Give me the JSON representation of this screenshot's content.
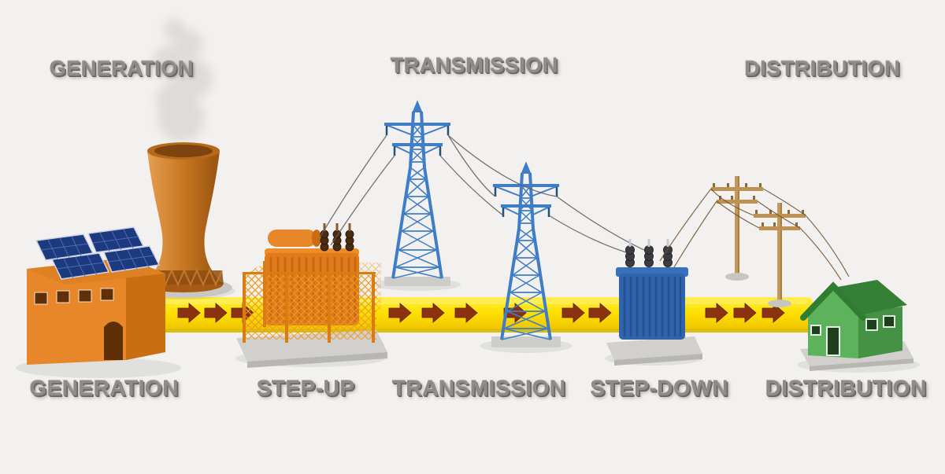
{
  "scene": {
    "background_color": "#f2f1ef",
    "flow_band_color": "#ffe000",
    "flow_arrow_color": "#8a330e",
    "label_color": "#8e8c89"
  },
  "top_labels": [
    {
      "id": "generation",
      "label": "GENERATION"
    },
    {
      "id": "transmission",
      "label": "TRANSMISSION"
    },
    {
      "id": "distribution",
      "label": "DISTRIBUTION"
    }
  ],
  "bottom_labels": [
    {
      "id": "generation",
      "label": "GENERATION"
    },
    {
      "id": "step-up",
      "label": "STEP-UP"
    },
    {
      "id": "transmission",
      "label": "TRANSMISSION"
    },
    {
      "id": "step-down",
      "label": "STEP-DOWN"
    },
    {
      "id": "distribution",
      "label": "DISTRIBUTION"
    }
  ],
  "illustrations": {
    "generation": "solar-power-plant-with-cooling-tower-icon",
    "step_up": "orange-transformer-with-fence-icon",
    "transmission": "blue-lattice-pylons-with-wires-icon",
    "step_down": "blue-transformer-icon",
    "distribution": "wooden-utility-poles-and-green-house-icon"
  },
  "colors": {
    "building_orange": "#e8862a",
    "cooling_tower_copper": "#cb7b24",
    "solar_panel_blue": "#1d3a7e",
    "pylon_blue": "#3f7ec6",
    "transformer_orange": "#e07a1a",
    "transformer_blue": "#2f64ad",
    "house_green": "#5cb35c",
    "pole_wood": "#c49a5c"
  }
}
